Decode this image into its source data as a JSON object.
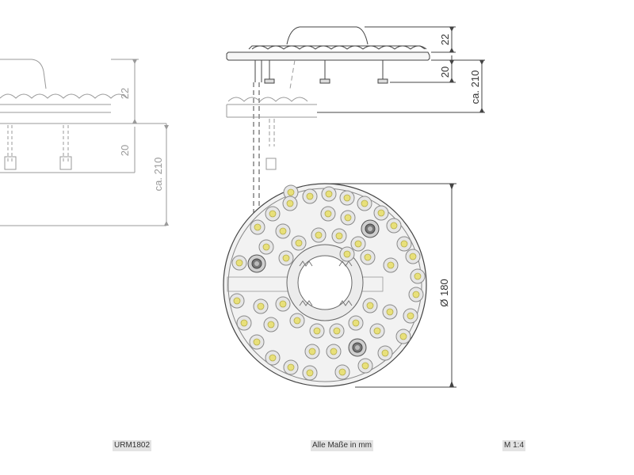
{
  "drawing": {
    "article_number": "URM1802",
    "units_note": "Alle Maße in mm",
    "scale": "M 1:4",
    "dimensions": {
      "dome_height": "22",
      "pin_height": "20",
      "overall_height": "ca. 210",
      "diameter": "Ø 180"
    },
    "faded_dimensions": {
      "dome_height": "22",
      "pin_height": "20",
      "overall_height": "ca. 210"
    }
  },
  "colors": {
    "line": "#444444",
    "faded_line": "#9a9a9a",
    "led_yellow": "#e8e07a",
    "led_ring": "#8a8a8a",
    "background": "#ffffff"
  }
}
